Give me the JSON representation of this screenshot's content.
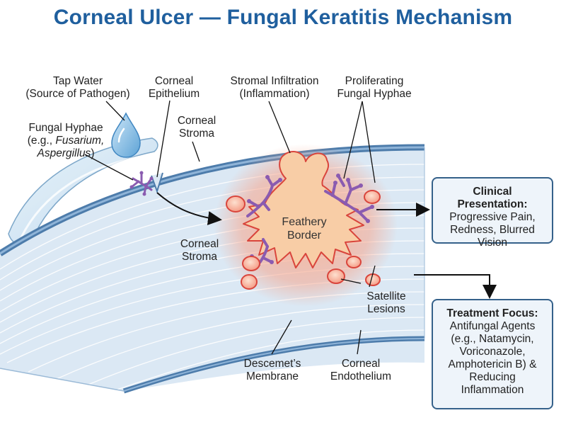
{
  "title": "Corneal Ulcer — Fungal Keratitis Mechanism",
  "labels": {
    "tap_water_1": "Tap Water",
    "tap_water_2": "(Source of Pathogen)",
    "epithelium_1": "Corneal",
    "epithelium_2": "Epithelium",
    "stroma_top_1": "Corneal",
    "stroma_top_2": "Stroma",
    "hyphae_1": "Fungal Hyphae",
    "hyphae_2a": "(e.g., ",
    "hyphae_2b": "Fusarium,",
    "hyphae_3": "Aspergillus",
    "hyphae_3b": ")",
    "infiltration_1": "Stromal Infiltration",
    "infiltration_2": "(Inflammation)",
    "proliferating_1": "Proliferating",
    "proliferating_2": "Fungal Hyphae",
    "feathery_1": "Feathery",
    "feathery_2": "Border",
    "stroma_mid_1": "Corneal",
    "stroma_mid_2": "Stroma",
    "satellite_1": "Satellite",
    "satellite_2": "Lesions",
    "descemet_1": "Descemet’s",
    "descemet_2": "Membrane",
    "endothelium_1": "Corneal",
    "endothelium_2": "Endothelium"
  },
  "clinical_box": {
    "heading": "Clinical Presentation:",
    "line1": "Progressive Pain,",
    "line2": "Redness, Blurred",
    "line3": "Vision"
  },
  "treatment_box": {
    "heading": "Treatment Focus:",
    "line1": "Antifungal Agents",
    "line2": "(e.g., Natamycin,",
    "line3": "Voriconazole,",
    "line4": "Amphotericin B) &",
    "line5": "Reducing",
    "line6": "Inflammation"
  },
  "colors": {
    "title": "#1f5f9e",
    "cornea_fill": "#dfeaf5",
    "epithelium": "#5b87b3",
    "infiltrate": "#f5a78f",
    "infiltrate_core": "#f7d6a8",
    "lesion_stroke": "#d9453c",
    "hyphae": "#8a5bb0",
    "box_border": "#35618a",
    "box_fill": "#eef4fa"
  }
}
